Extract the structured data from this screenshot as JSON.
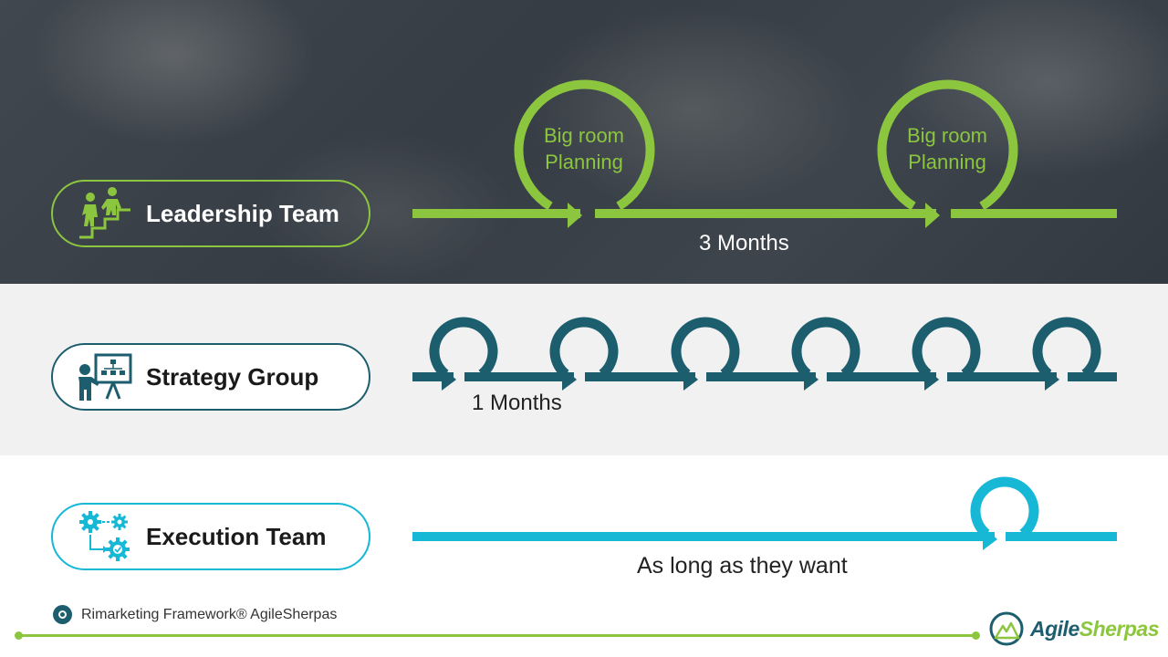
{
  "title": "",
  "colors": {
    "leadership": "#8cc63f",
    "strategy": "#1c5e6e",
    "execution": "#16b8d6"
  },
  "teams": [
    {
      "name": "Leadership Team",
      "icon": "climbing-stairs-icon",
      "loops": 2,
      "loop_label": "Big room\nPlanning",
      "cadence": "3 Months"
    },
    {
      "name": "Strategy Group",
      "icon": "presentation-board-icon",
      "loops": 6,
      "cadence": "1 Months"
    },
    {
      "name": "Execution Team",
      "icon": "workflow-gears-icon",
      "loops": 1,
      "cadence": "As long as they want"
    }
  ],
  "leadership_loop_lines": [
    "Big room",
    "Planning"
  ],
  "footer": {
    "text": "Rimarketing Framework® AgileSherpas",
    "brand_part1": "Agile",
    "brand_part2": "Sherpas"
  }
}
